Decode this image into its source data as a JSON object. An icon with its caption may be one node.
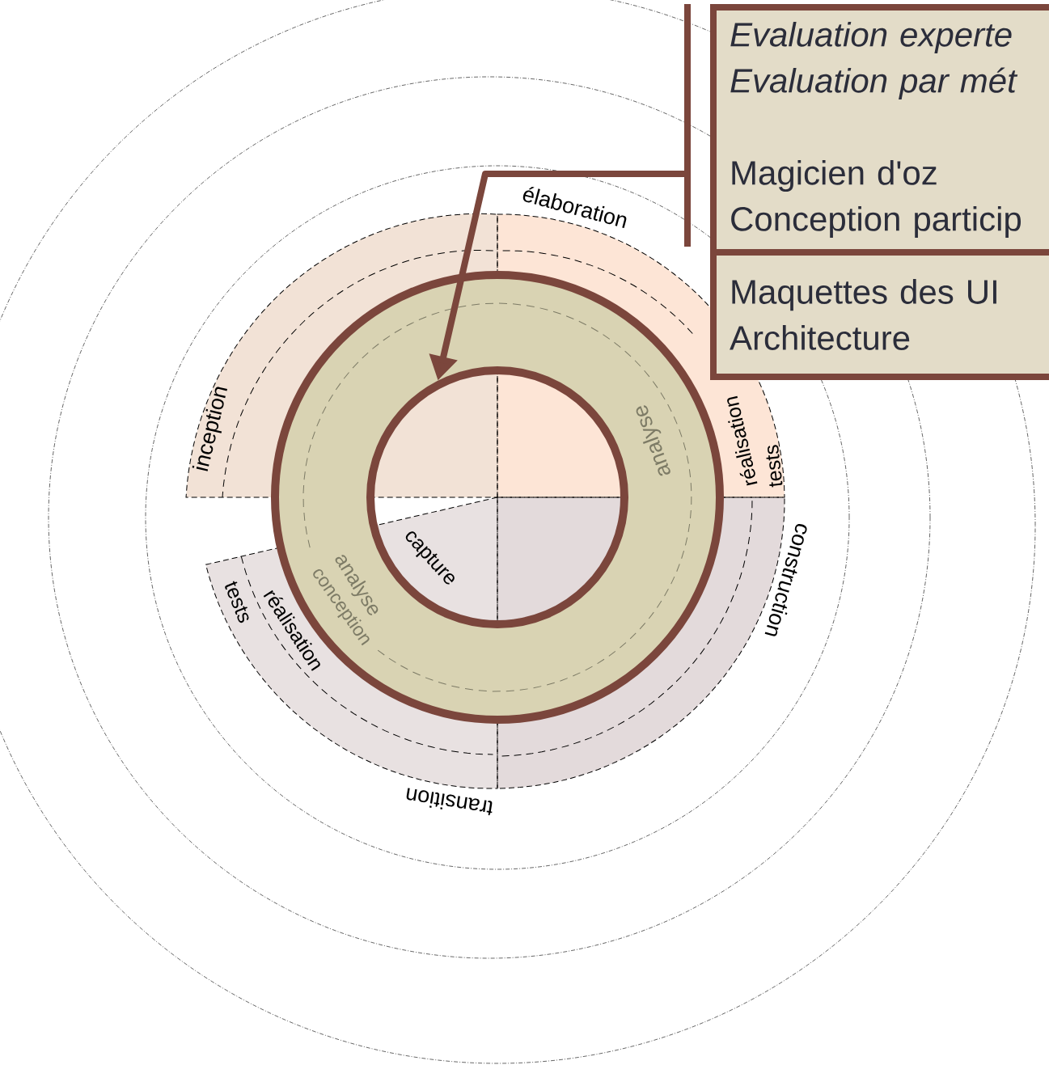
{
  "diagram": {
    "nodes": [
      {
        "text": [
          "Evaluation experte",
          "Evaluation par mét",
          "Magicien d'oz",
          "Conception particip"
        ]
      },
      {
        "text": [
          "Maquettes des UI",
          "Architecture"
        ]
      },
      {
        "text": [],
        "shape": "circle"
      }
    ],
    "edges": [
      {
        "from": 0,
        "to": 2,
        "arrow": "to"
      }
    ],
    "labels": [
      "élaboration",
      "inception",
      "analyse",
      "réalisation",
      "tests",
      "construction",
      "capture",
      "analyse",
      "conception",
      "réalisation",
      "tests",
      "transition"
    ]
  }
}
